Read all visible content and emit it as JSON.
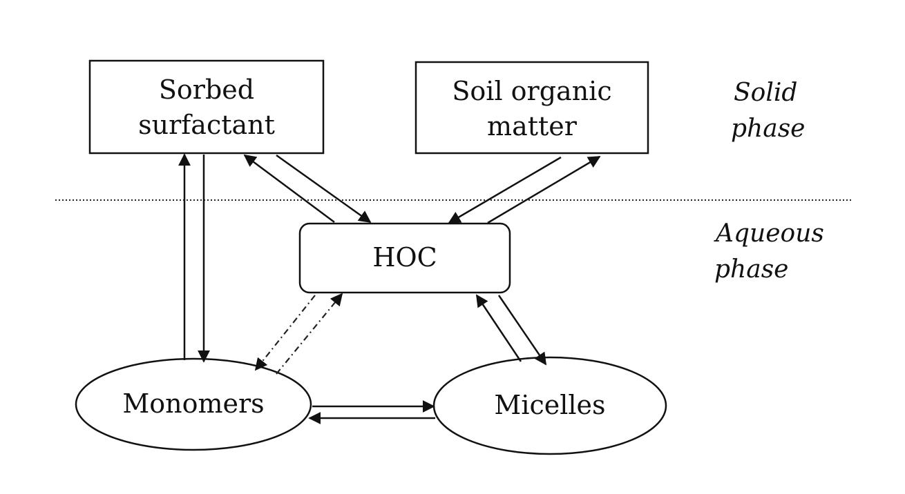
{
  "nodes": {
    "sorbed_surfactant": {
      "line1": "Sorbed",
      "line2": "surfactant"
    },
    "soil_organic_matter": {
      "line1": "Soil organic",
      "line2": "matter"
    },
    "hoc": {
      "label": "HOC"
    },
    "monomers": {
      "label": "Monomers"
    },
    "micelles": {
      "label": "Micelles"
    }
  },
  "phases": {
    "solid": {
      "line1": "Solid",
      "line2": "phase"
    },
    "aqueous": {
      "line1": "Aqueous",
      "line2": "phase"
    }
  },
  "colors": {
    "ink": "#111111",
    "background": "#ffffff"
  }
}
